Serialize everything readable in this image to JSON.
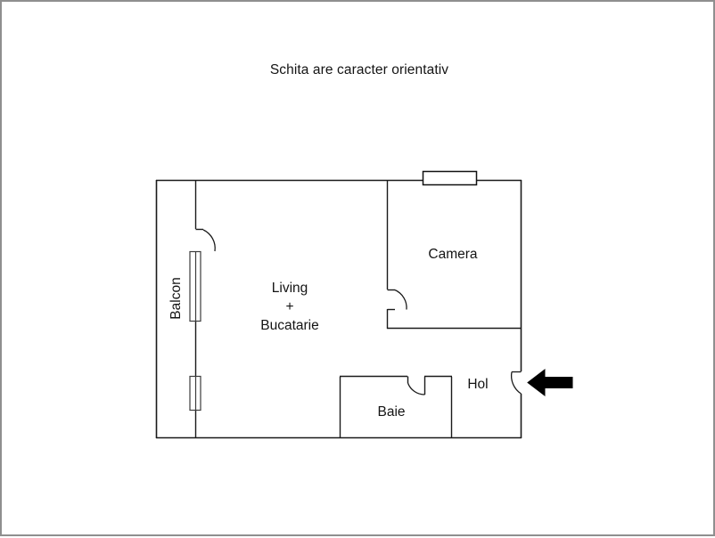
{
  "page": {
    "title": "Schita are caracter orientativ",
    "background_color": "#ffffff",
    "border_color": "#8f8f8f",
    "line_color": "#1a1a1a",
    "text_color": "#141414"
  },
  "floorplan": {
    "type": "apartment-floor-plan",
    "rooms": [
      {
        "id": "balcon",
        "label": "Balcon",
        "orientation": "vertical"
      },
      {
        "id": "living",
        "label": "Living",
        "orientation": "horizontal"
      },
      {
        "id": "plus",
        "label": "+",
        "orientation": "horizontal"
      },
      {
        "id": "kitchen",
        "label": "Bucatarie",
        "orientation": "horizontal"
      },
      {
        "id": "camera",
        "label": "Camera",
        "orientation": "horizontal"
      },
      {
        "id": "baie",
        "label": "Baie",
        "orientation": "horizontal"
      },
      {
        "id": "hol",
        "label": "Hol",
        "orientation": "horizontal"
      }
    ],
    "features": {
      "entrance_arrow": "entrance-direction-arrow",
      "entrance_arrow_color": "#000000",
      "windows": [
        "balcon-window-upper",
        "balcon-window-lower",
        "camera-window-top"
      ],
      "doors": [
        "balcon-door",
        "camera-door",
        "baie-door",
        "entrance-door"
      ]
    }
  }
}
